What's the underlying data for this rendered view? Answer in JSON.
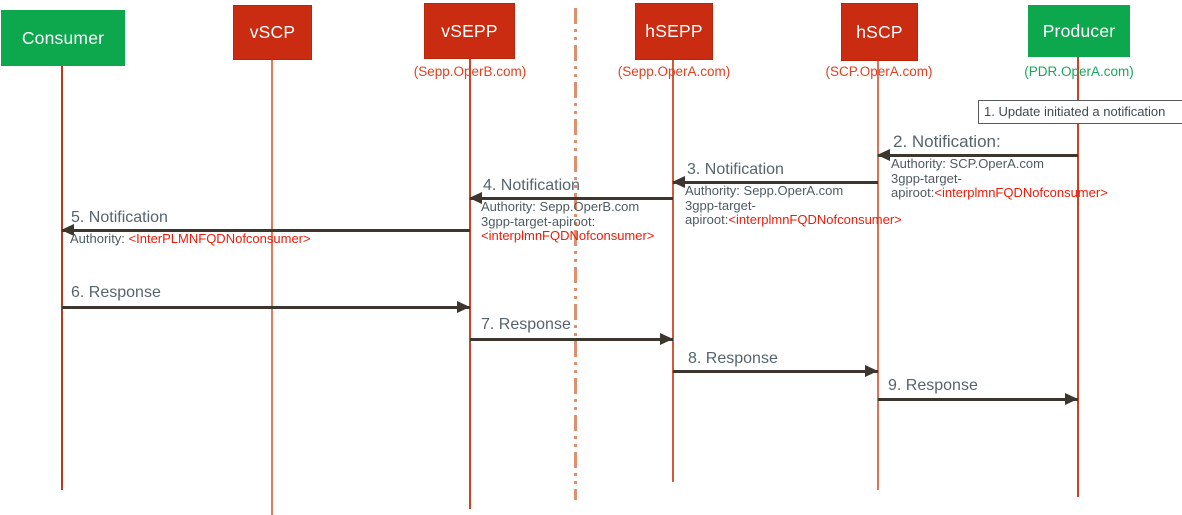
{
  "actors": {
    "consumer": {
      "label": "Consumer"
    },
    "vscp": {
      "label": "vSCP"
    },
    "vsepp": {
      "label": "vSEPP",
      "sublabel": "(Sepp.OperB.com)"
    },
    "hsepp": {
      "label": "hSEPP",
      "sublabel": "(Sepp.OperA.com)"
    },
    "hscp": {
      "label": "hSCP",
      "sublabel": "(SCP.OperA.com)"
    },
    "producer": {
      "label": "Producer",
      "sublabel": "(PDR.OperA.com)"
    }
  },
  "note": {
    "text": "1. Update initiated a notification"
  },
  "messages": {
    "m2": {
      "heading": "2. Notification:",
      "line1": "Authority: SCP.OperA.com",
      "line2": "3gpp-target-",
      "line3_gray": "apiroot:",
      "line3_red": "<interplmnFQDNofconsumer>",
      "from": "Producer",
      "to": "hSCP"
    },
    "m3": {
      "heading": "3. Notification",
      "line1": "Authority: Sepp.OperA.com",
      "line2": "3gpp-target-",
      "line3_gray": "apiroot:",
      "line3_red": "<interplmnFQDNofconsumer>",
      "from": "hSCP",
      "to": "hSEPP"
    },
    "m4": {
      "heading": "4. Notification",
      "line1": "Authority: Sepp.OperB.com",
      "line2": "3gpp-target-apiroot:",
      "line3_red": "<interplmnFQDNofconsumer>",
      "from": "hSEPP",
      "to": "vSEPP"
    },
    "m5": {
      "heading": "5. Notification",
      "line1_gray": "Authority: ",
      "line1_red": "<InterPLMNFQDNofconsumer>",
      "from": "vSEPP",
      "to": "Consumer"
    },
    "m6": {
      "heading": "6. Response",
      "from": "Consumer",
      "to": "vSEPP"
    },
    "m7": {
      "heading": "7. Response",
      "from": "vSEPP",
      "to": "hSEPP"
    },
    "m8": {
      "heading": "8. Response",
      "from": "hSEPP",
      "to": "hSCP"
    },
    "m9": {
      "heading": "9. Response",
      "from": "hSCP",
      "to": "Producer"
    }
  },
  "colors": {
    "actor_green": "#0DA84E",
    "actor_red": "#C92C11",
    "lifeline": "#CC4526",
    "separator": "#DD9070",
    "arrow": "#3D362E",
    "heading_text": "#56656C",
    "body_text": "#4E5B61",
    "red_text": "#EC1C0A",
    "sublabel_red": "#E2401F",
    "sublabel_green": "#17A75C"
  }
}
